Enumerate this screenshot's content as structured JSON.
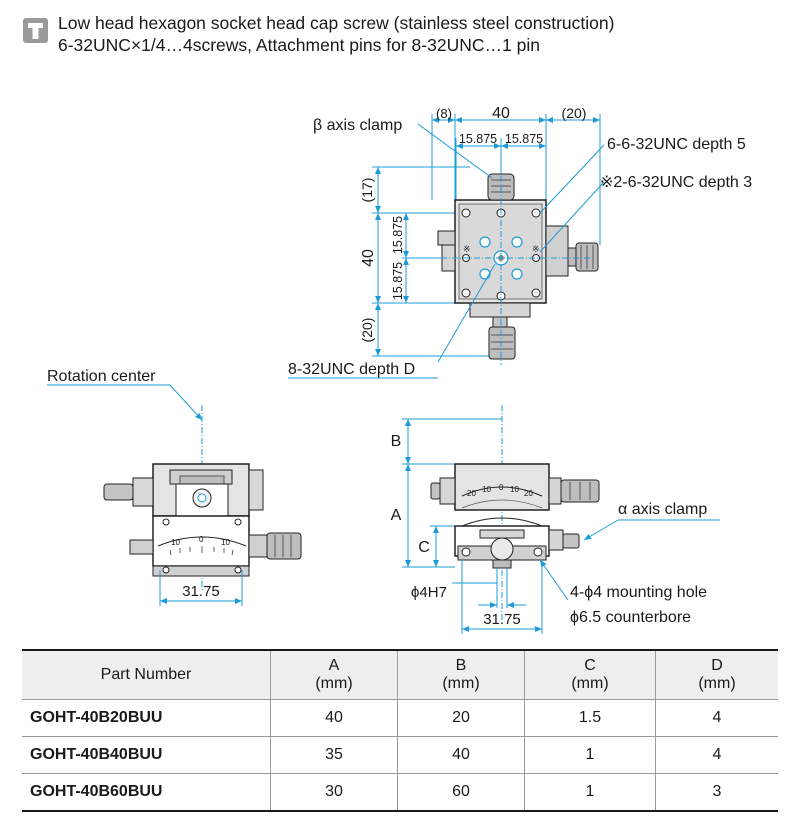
{
  "header": {
    "line1": "Low head hexagon socket head cap screw (stainless steel construction)",
    "line2": "6-32UNC×1/4…4screws, Attachment pins for 8-32UNC…1 pin"
  },
  "top_view": {
    "beta_clamp": "β axis clamp",
    "dim_8": "(8)",
    "dim_40": "40",
    "dim_20": "(20)",
    "dim_15875_a": "15.875",
    "dim_15875_b": "15.875",
    "tap1": "6-6-32UNC depth 5",
    "tap2": "※2-6-32UNC depth 3",
    "dim_17": "(17)",
    "dim_15875_c": "15.875",
    "dim_40v": "40",
    "dim_15875_d": "15.875",
    "dim_20v": "(20)",
    "tap3": "8-32UNC depth D"
  },
  "side_view": {
    "rotation_center": "Rotation center",
    "dim_3175": "31.75"
  },
  "front_view": {
    "dim_B": "B",
    "dim_A": "A",
    "dim_C": "C",
    "alpha_clamp": "α axis clamp",
    "phi4": "ϕ4H7",
    "mount1": "4-ϕ4 mounting hole",
    "mount2": "ϕ6.5 counterbore",
    "dim_3175": "31.75"
  },
  "table": {
    "headers": [
      {
        "l1": "Part Number",
        "l2": ""
      },
      {
        "l1": "A",
        "l2": "(mm)"
      },
      {
        "l1": "B",
        "l2": "(mm)"
      },
      {
        "l1": "C",
        "l2": "(mm)"
      },
      {
        "l1": "D",
        "l2": "(mm)"
      }
    ],
    "rows": [
      [
        "GOHT-40B20BUU",
        "40",
        "20",
        "1.5",
        "4"
      ],
      [
        "GOHT-40B40BUU",
        "35",
        "40",
        "1",
        "4"
      ],
      [
        "GOHT-40B60BUU",
        "30",
        "60",
        "1",
        "3"
      ]
    ]
  }
}
